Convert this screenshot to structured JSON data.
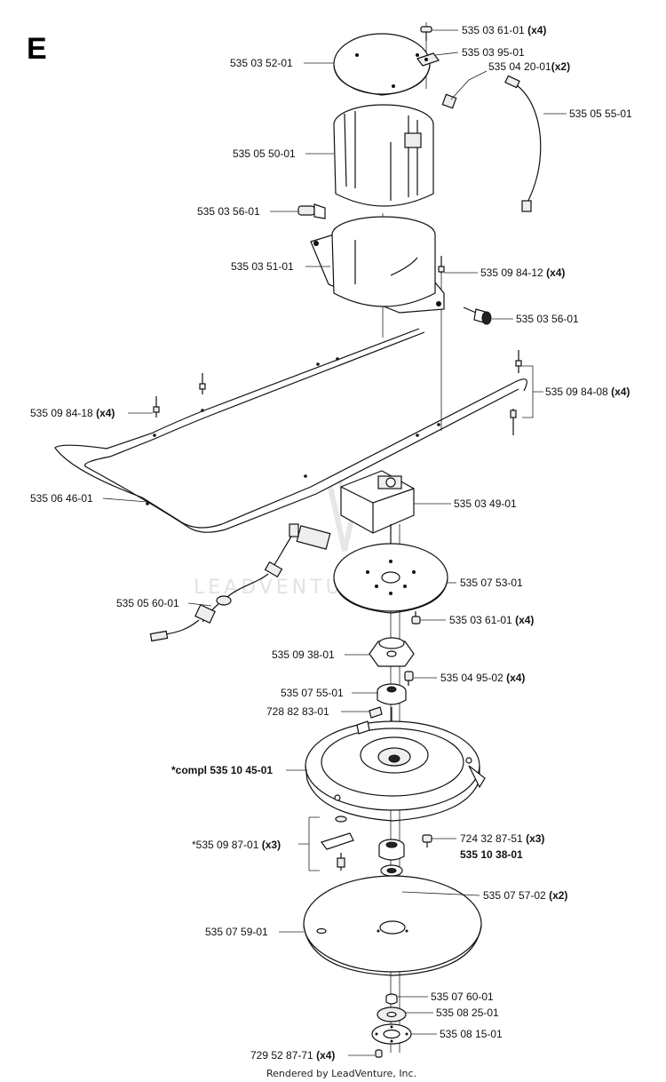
{
  "section_letter": "E",
  "watermark": "LEADVENTURE",
  "credit": "Rendered by LeadVenture, Inc.",
  "labels": {
    "l01": {
      "part": "535 03 61-01",
      "qty": "(x4)"
    },
    "l02": {
      "part": "535 03 52-01",
      "qty": ""
    },
    "l03": {
      "part": "535 03 95-01",
      "qty": ""
    },
    "l04": {
      "part": "535 04 20-01",
      "qty": "(x2)"
    },
    "l05": {
      "part": "535 05 55-01",
      "qty": ""
    },
    "l06": {
      "part": "535 05 50-01",
      "qty": ""
    },
    "l07": {
      "part": "535 03 56-01",
      "qty": ""
    },
    "l08": {
      "part": "535 03 51-01",
      "qty": ""
    },
    "l09": {
      "part": "535 09 84-12",
      "qty": "(x4)"
    },
    "l10": {
      "part": "535 03 56-01",
      "qty": ""
    },
    "l11": {
      "part": "535 09 84-08",
      "qty": "(x4)"
    },
    "l12": {
      "part": "535 09 84-18",
      "qty": "(x4)"
    },
    "l13": {
      "part": "535 06 46-01",
      "qty": ""
    },
    "l14": {
      "part": "535 03 49-01",
      "qty": ""
    },
    "l15": {
      "part": "535 07 53-01",
      "qty": ""
    },
    "l16": {
      "part": "535 05 60-01",
      "qty": ""
    },
    "l17": {
      "part": "535 03 61-01",
      "qty": "(x4)"
    },
    "l18": {
      "part": "535 09 38-01",
      "qty": ""
    },
    "l19": {
      "part": "535 04 95-02",
      "qty": "(x4)"
    },
    "l20": {
      "part": "535 07 55-01",
      "qty": ""
    },
    "l21": {
      "part": "728 82 83-01",
      "qty": ""
    },
    "l22": {
      "part": "*compl 535 10 45-01",
      "qty": ""
    },
    "l23": {
      "part": "*535 09 87-01",
      "qty": "(x3)"
    },
    "l24": {
      "part": "724 32 87-51",
      "qty": "(x3)"
    },
    "l25": {
      "part": "535 10 38-01",
      "qty": ""
    },
    "l26": {
      "part": "535 07 57-02",
      "qty": "(x2)"
    },
    "l27": {
      "part": "535 07 59-01",
      "qty": ""
    },
    "l28": {
      "part": "535 07 60-01",
      "qty": ""
    },
    "l29": {
      "part": "535 08 25-01",
      "qty": ""
    },
    "l30": {
      "part": "535 08 15-01",
      "qty": ""
    },
    "l31": {
      "part": "729 52 87-71",
      "qty": "(x4)"
    }
  }
}
